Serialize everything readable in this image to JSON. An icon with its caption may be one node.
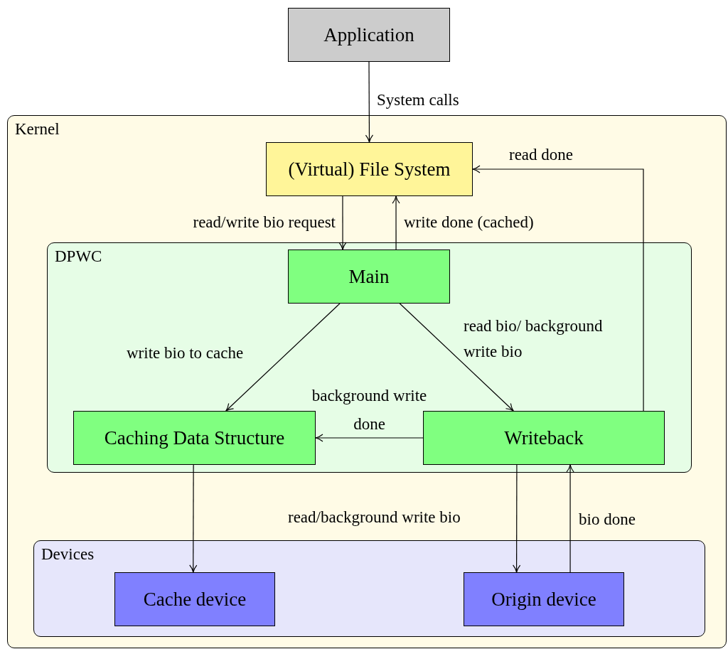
{
  "diagram": {
    "nodes": [
      {
        "text": [
          "Application"
        ]
      },
      {
        "text": [
          "Kernel"
        ]
      },
      {
        "text": [
          "(Virtual) File System"
        ],
        "in": 1
      },
      {
        "text": [
          "DPWC"
        ],
        "in": 1
      },
      {
        "text": [
          "Main"
        ],
        "in": 3
      },
      {
        "text": [
          "Caching Data Structure"
        ],
        "in": 3
      },
      {
        "text": [
          "Writeback"
        ],
        "in": 3
      },
      {
        "text": [
          "Devices"
        ],
        "in": 1
      },
      {
        "text": [
          "Cache device"
        ],
        "in": 7
      },
      {
        "text": [
          "Origin device"
        ],
        "in": 7
      }
    ],
    "edges": [
      {
        "from": 0,
        "to": 2,
        "arrow": "to",
        "label": "System calls"
      },
      {
        "from": 2,
        "to": 4,
        "arrow": "to",
        "label": "read/write bio request"
      },
      {
        "from": 4,
        "to": 2,
        "arrow": "to",
        "label": "write done (cached)"
      },
      {
        "from": 6,
        "to": 2,
        "arrow": "to",
        "label": "read done"
      },
      {
        "from": 4,
        "to": 5,
        "arrow": "to",
        "label": "write bio to cache"
      },
      {
        "from": 4,
        "to": 6,
        "arrow": "to",
        "label": "read bio/ background write bio"
      },
      {
        "from": 6,
        "to": 5,
        "arrow": "to",
        "label": "background write done"
      },
      {
        "from": 5,
        "to": 8,
        "arrow": "to"
      },
      {
        "from": 6,
        "to": 9,
        "arrow": "to",
        "label": "read/background write bio"
      },
      {
        "from": 9,
        "to": 6,
        "arrow": "to",
        "label": "bio done"
      }
    ]
  }
}
